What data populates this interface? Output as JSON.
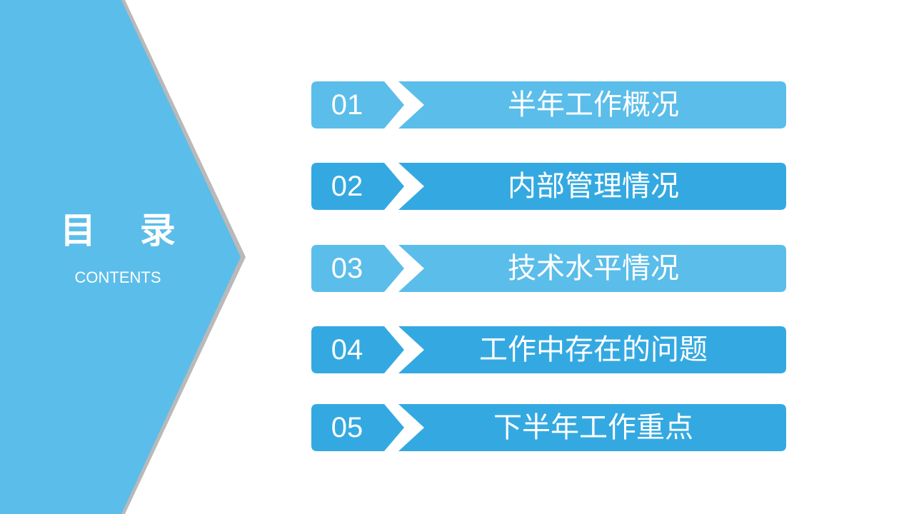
{
  "slide": {
    "title": "目 录",
    "subtitle": "CONTENTS"
  },
  "colors": {
    "light": "#5bbdea",
    "dark": "#34a9e1",
    "panel": "#5bbdea",
    "shadow": "#b9b9b9"
  },
  "toc": {
    "items": [
      {
        "number": "01",
        "label": "半年工作概况",
        "tone": "light"
      },
      {
        "number": "02",
        "label": "内部管理情况",
        "tone": "dark"
      },
      {
        "number": "03",
        "label": "技术水平情况",
        "tone": "light"
      },
      {
        "number": "04",
        "label": "工作中存在的问题",
        "tone": "dark"
      },
      {
        "number": "05",
        "label": "下半年工作重点",
        "tone": "dark"
      }
    ]
  }
}
